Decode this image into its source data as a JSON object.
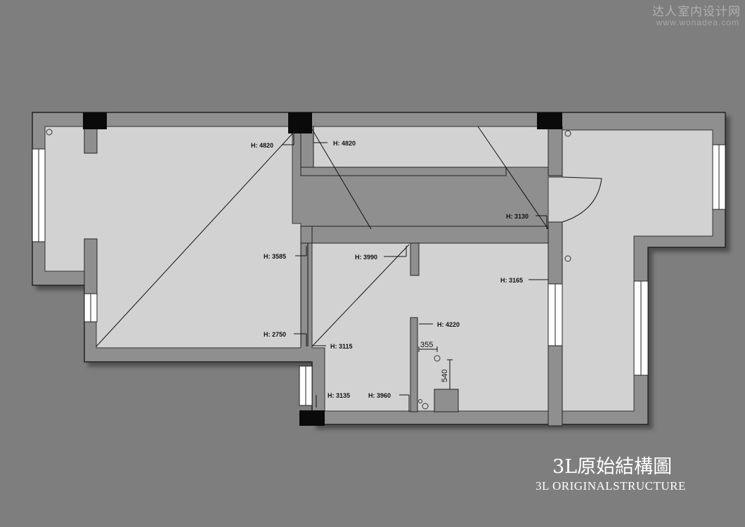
{
  "watermark": {
    "line1": "达人室内设计网",
    "line2": "www.wonadea.com"
  },
  "title": {
    "chinese": "3L原始結構圖",
    "english": "3L  ORIGINALSTRUCTURE"
  },
  "height_labels": {
    "h4820_left": "H: 4820",
    "h4820_right": "H: 4820",
    "h3130": "H: 3130",
    "h3585": "H: 3585",
    "h3990": "H: 3990",
    "h3165": "H: 3165",
    "h4220": "H: 4220",
    "h2750": "H: 2750",
    "h3115": "H: 3115",
    "h3135": "H: 3135",
    "h3960": "H: 3960"
  },
  "dimensions": {
    "d355": "355",
    "d540": "540"
  },
  "colors": {
    "background": "#7e7e7e",
    "wall": "#8f8f8f",
    "floor": "#d2d2d2",
    "column": "#0a0a0a",
    "text_title": "#ffffff"
  }
}
